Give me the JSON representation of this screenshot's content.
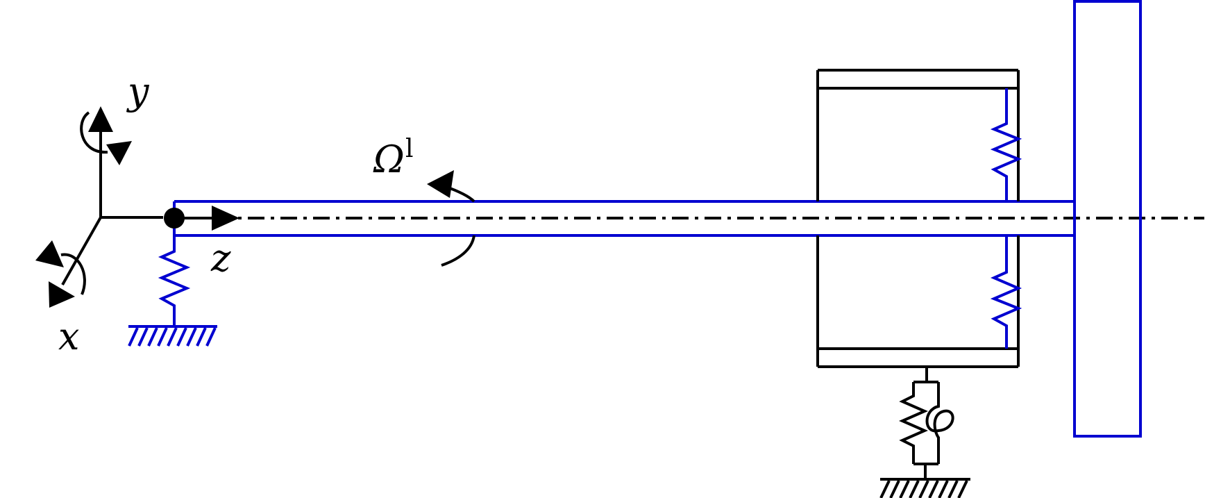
{
  "labels": {
    "axis_y": "y",
    "axis_x": "x",
    "axis_z": "z",
    "omega_symbol": "Ω",
    "omega_superscript": "l"
  },
  "colors": {
    "shaft": "#0000d0",
    "structure": "#000000",
    "background": "#ffffff"
  }
}
